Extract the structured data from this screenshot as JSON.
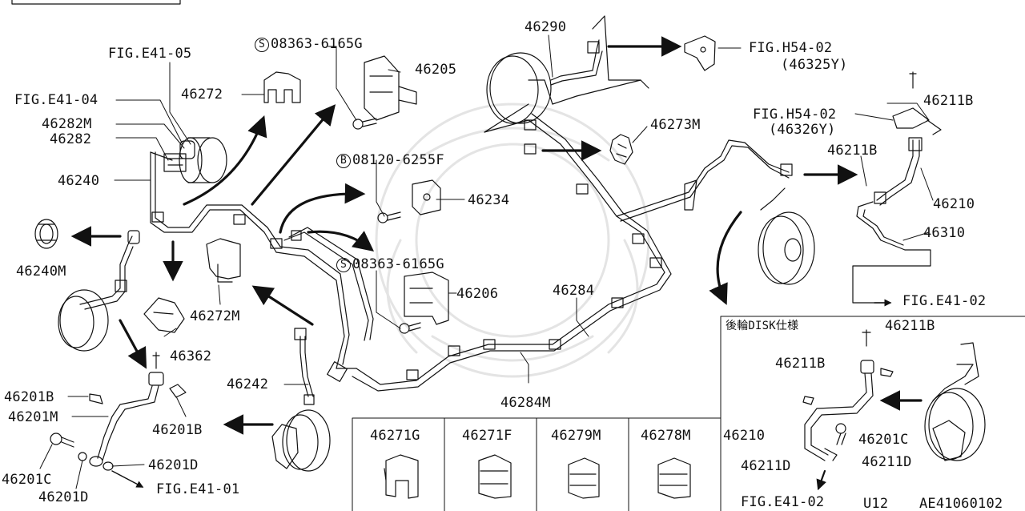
{
  "labels": {
    "fig_e41_05": "FIG.E41-05",
    "fig_e41_04": "FIG.E41-04",
    "p46272": "46272",
    "p46282m": "46282M",
    "p46282": "46282",
    "p46240": "46240",
    "p46240m": "46240M",
    "p46272m": "46272M",
    "p46362": "46362",
    "p46242": "46242",
    "p46201b_left": "46201B",
    "p46201m": "46201M",
    "p46201b_mid": "46201B",
    "p46201c_left": "46201C",
    "p46201d_bottom": "46201D",
    "p46201d_mid": "46201D",
    "fig_e41_01": "FIG.E41-01",
    "bolt_s_top_prefix": "S",
    "bolt_s_top": "08363-6165G",
    "p46205": "46205",
    "bolt_b_prefix": "B",
    "bolt_b": "08120-6255F",
    "p46234": "46234",
    "bolt_s_mid_prefix": "S",
    "bolt_s_mid": "08363-6165G",
    "p46206": "46206",
    "p46290": "46290",
    "fig_h54_02_top": "FIG.H54-02",
    "ref_46325y": "(46325Y)",
    "p46273m": "46273M",
    "p46284": "46284",
    "p46284m": "46284M",
    "fig_h54_02_right": "FIG.H54-02",
    "ref_46326y": "(46326Y)",
    "p46211b_tr": "46211B",
    "p46211b_r2": "46211B",
    "p46210_top": "46210",
    "p46310": "46310",
    "fig_e41_02_top": "FIG.E41-02",
    "disk_spec": "後輪DISK仕様",
    "p46211b_inset_a": "46211B",
    "p46211b_inset_b": "46211B",
    "p46210_inset": "46210",
    "p46201c_inset": "46201C",
    "p46211d_inset_a": "46211D",
    "p46211d_inset_b": "46211D",
    "fig_e41_02_bottom": "FIG.E41-02",
    "model_code": "U12",
    "diagram_code": "AE41060102"
  },
  "clip_table": {
    "cells": [
      {
        "label": "46271G"
      },
      {
        "label": "46271F"
      },
      {
        "label": "46279M"
      },
      {
        "label": "46278M"
      }
    ]
  }
}
